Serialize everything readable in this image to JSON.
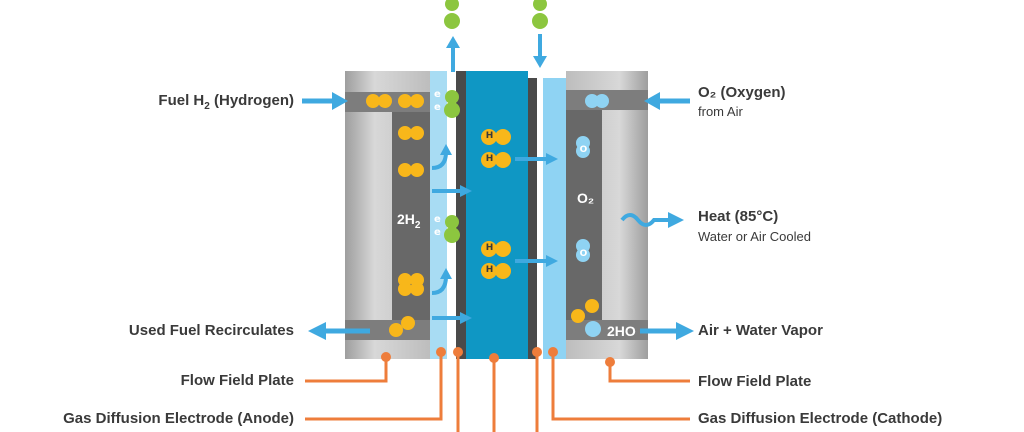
{
  "labels": {
    "fuel_prefix": "Fuel H",
    "fuel_sub": "2",
    "fuel_suffix": " (Hydrogen)",
    "oxygen_title": "O₂ (Oxygen)",
    "oxygen_sub": "from Air",
    "heat_title": "Heat (85°C)",
    "heat_sub": "Water or Air Cooled",
    "used_fuel": "Used Fuel Recirculates",
    "air_water": "Air + Water Vapor",
    "flow_plate_left": "Flow Field Plate",
    "flow_plate_right": "Flow Field Plate",
    "anode": "Gas Diffusion Electrode (Anode)",
    "cathode": "Gas Diffusion Electrode (Cathode)"
  },
  "inner": {
    "h2_prefix": "2H",
    "h2_sub": "2",
    "o2_label": "O₂",
    "water_label": "2HO"
  },
  "particles": {
    "electron": "e",
    "proton": "H",
    "oxygen": "O"
  },
  "colors": {
    "arrow_blue": "#3fa9e0",
    "membrane_blue": "#0f97c4",
    "electrode_light_blue": "#a8dcf3",
    "hydrogen_yellow": "#f8b71a",
    "electron_green": "#8cc63f",
    "callout_orange": "#ee7d3b",
    "plate_gray": "#a8a8a8",
    "channel_dark": "#555555"
  }
}
